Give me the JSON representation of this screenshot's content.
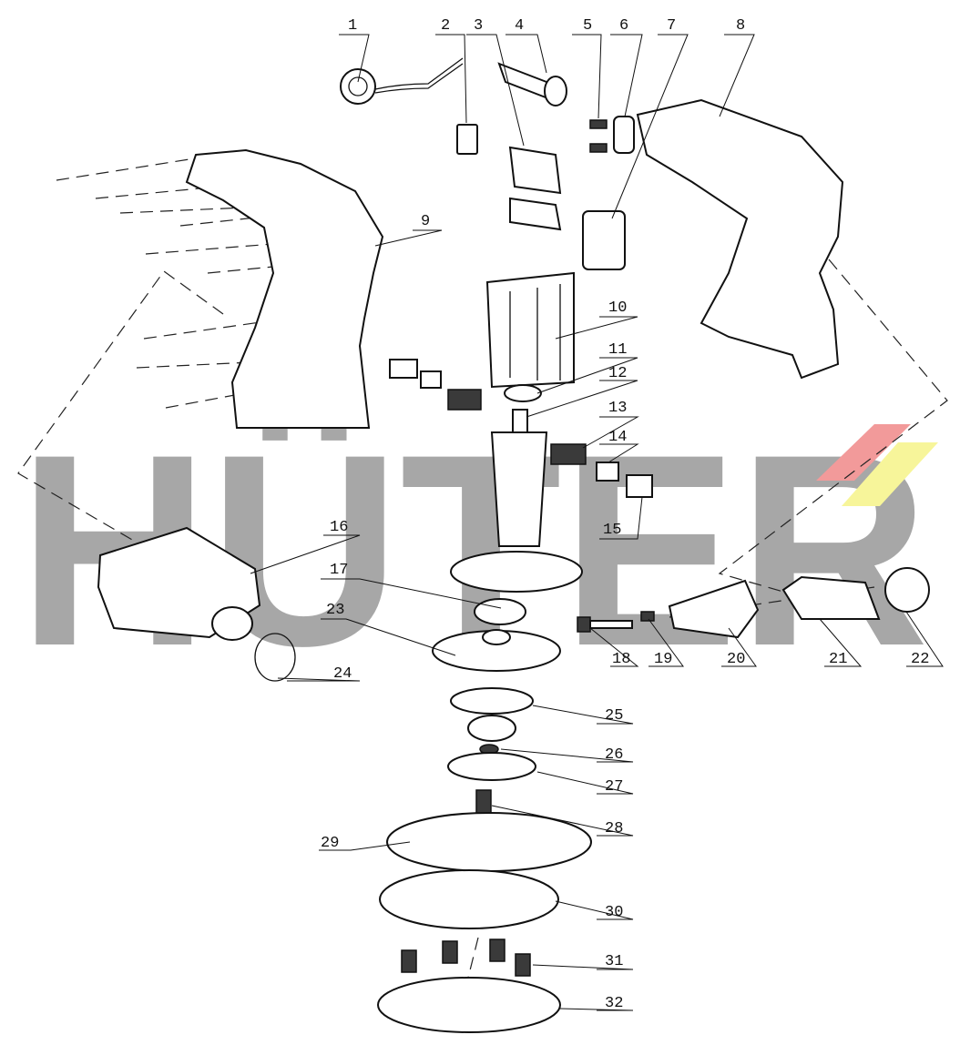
{
  "watermark": {
    "text": "HÜTER",
    "color": "#a7a7a7",
    "accent_red": "#f29a9a",
    "accent_yellow": "#f7f59a"
  },
  "labels": [
    {
      "num": "1"
    },
    {
      "num": "2"
    },
    {
      "num": "3"
    },
    {
      "num": "4"
    },
    {
      "num": "5"
    },
    {
      "num": "6"
    },
    {
      "num": "7"
    },
    {
      "num": "8"
    },
    {
      "num": "9"
    },
    {
      "num": "10"
    },
    {
      "num": "11"
    },
    {
      "num": "12"
    },
    {
      "num": "13"
    },
    {
      "num": "14"
    },
    {
      "num": "15"
    },
    {
      "num": "16"
    },
    {
      "num": "17"
    },
    {
      "num": "18"
    },
    {
      "num": "19"
    },
    {
      "num": "20"
    },
    {
      "num": "21"
    },
    {
      "num": "22"
    },
    {
      "num": "23"
    },
    {
      "num": "24"
    },
    {
      "num": "25"
    },
    {
      "num": "26"
    },
    {
      "num": "27"
    },
    {
      "num": "28"
    },
    {
      "num": "29"
    },
    {
      "num": "30"
    },
    {
      "num": "31"
    },
    {
      "num": "32"
    }
  ]
}
